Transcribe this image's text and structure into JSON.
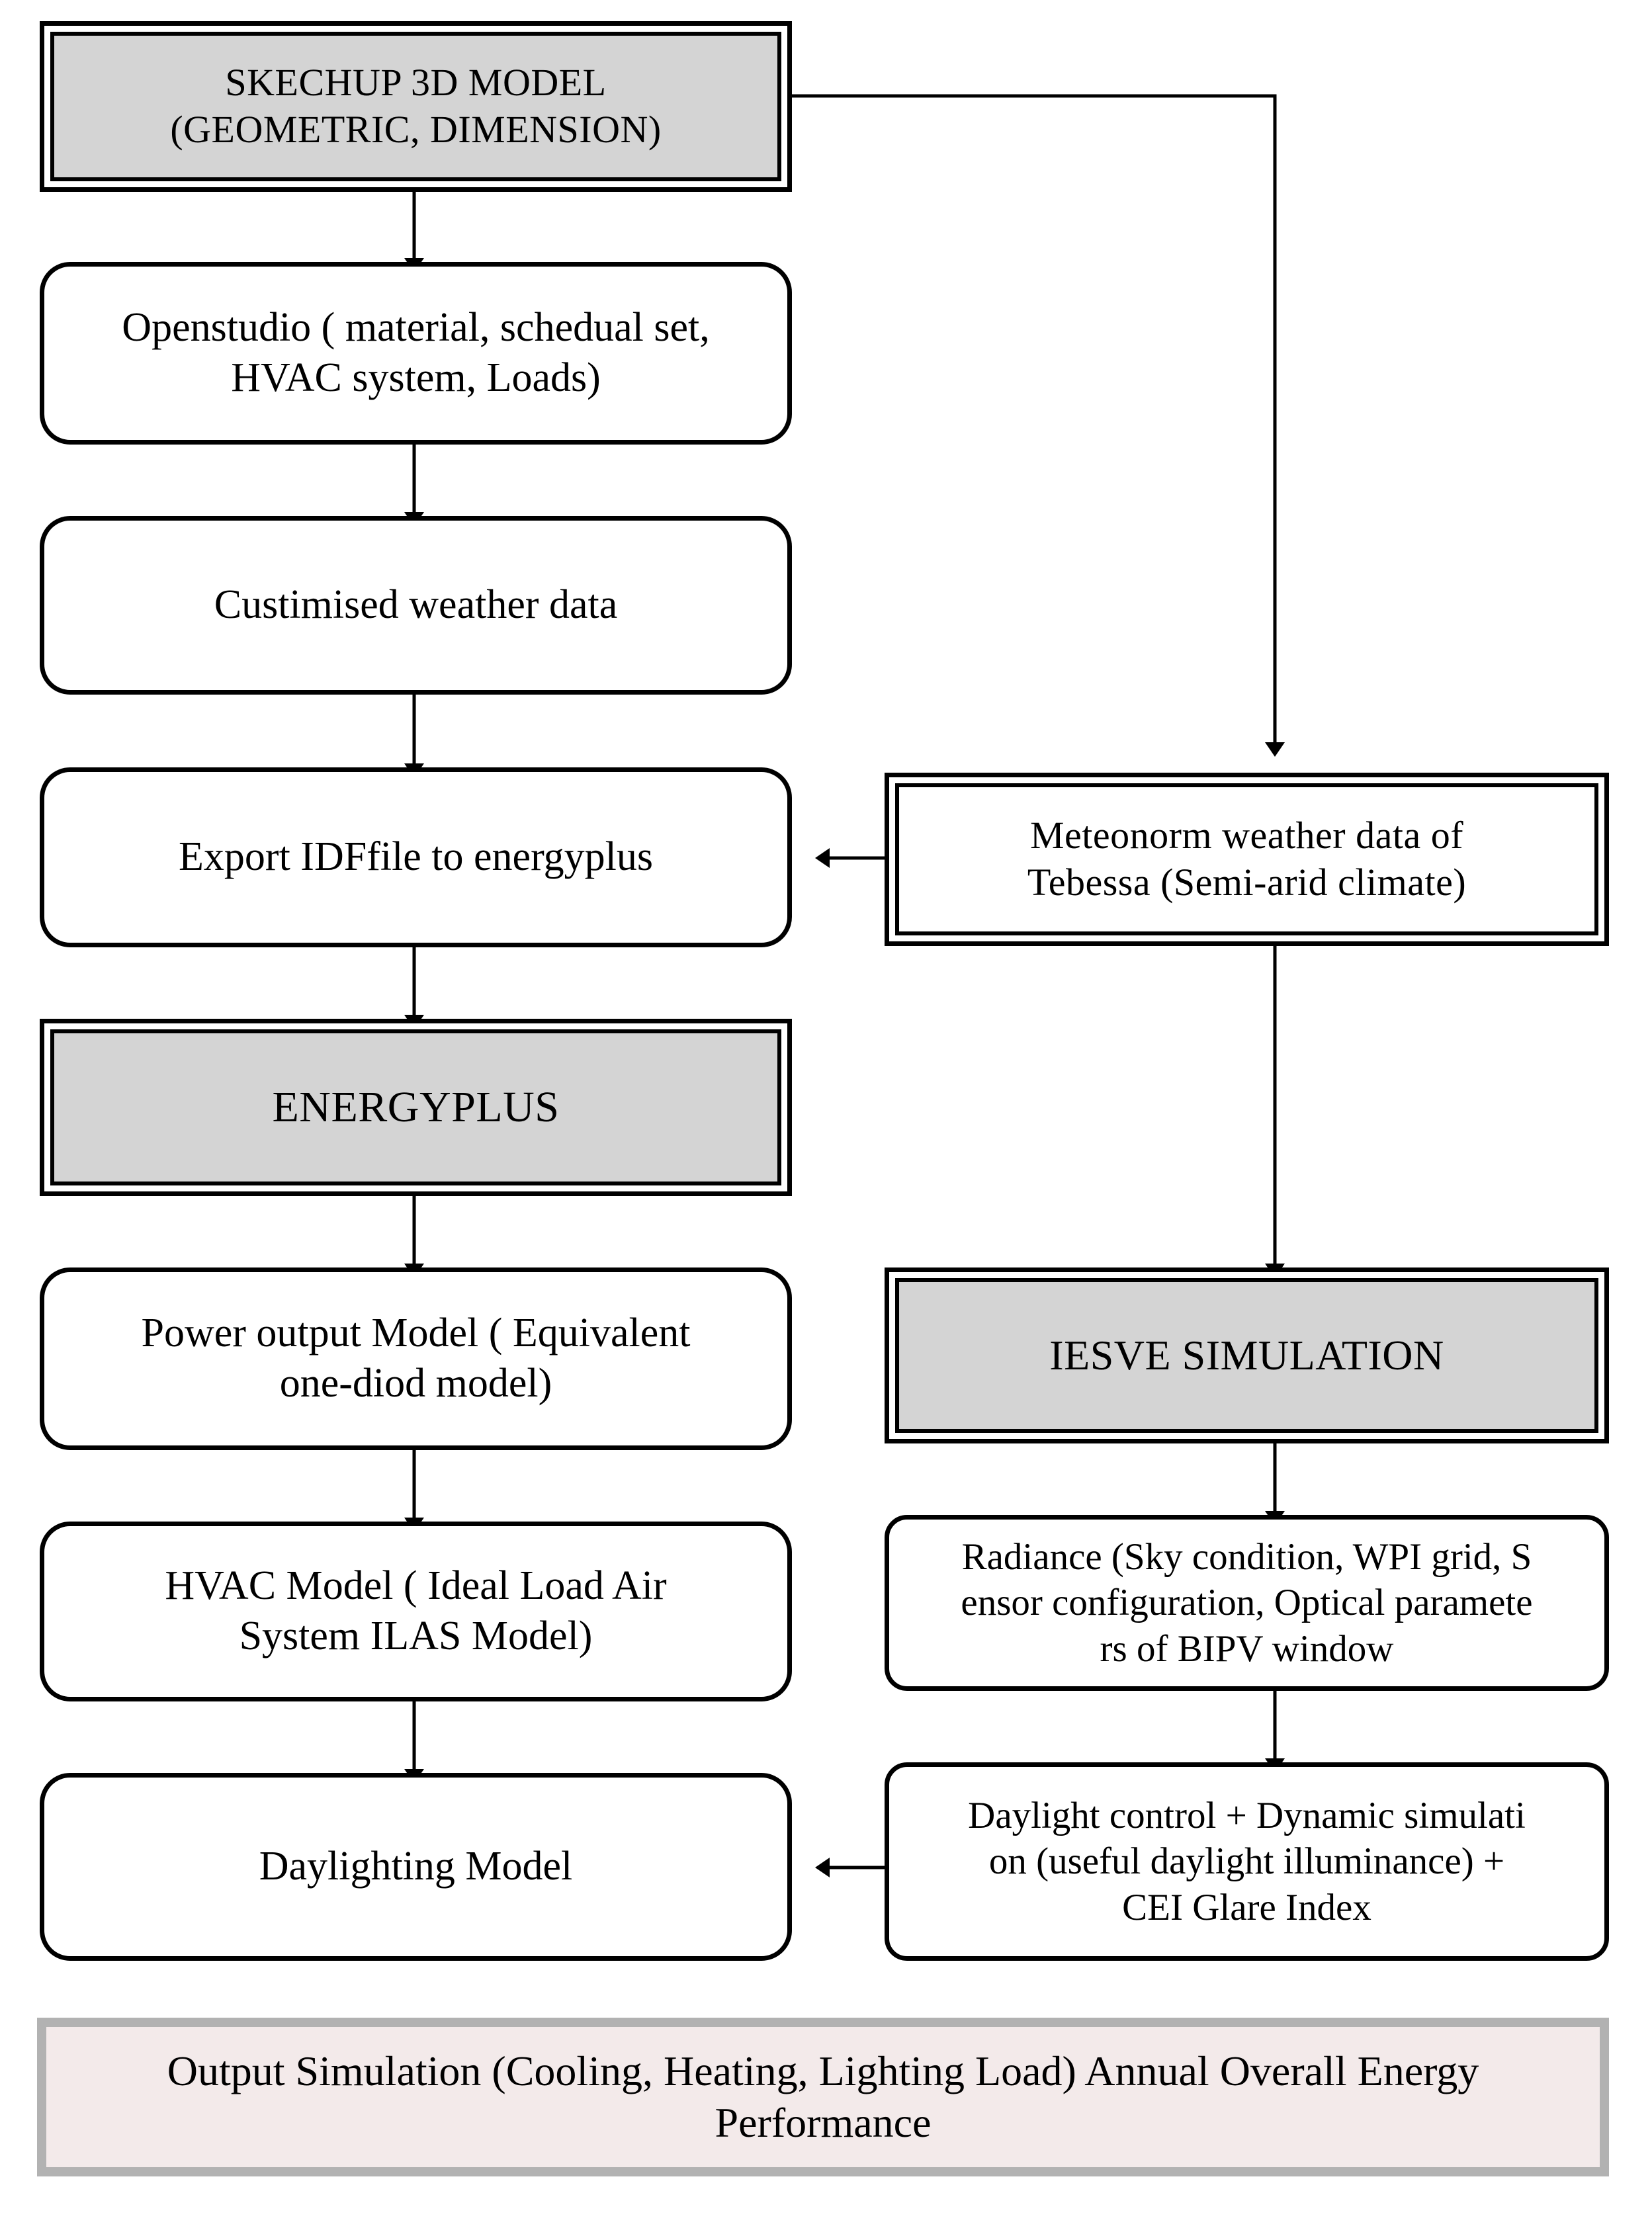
{
  "diagram": {
    "title": "Building energy and daylighting simulation workflow",
    "colors": {
      "fill_gray": "#d4d4d4",
      "fill_white": "#ffffff",
      "banner_fill": "#f3eaea",
      "banner_border": "#b2b2b2",
      "stroke": "#000000"
    },
    "nodes": [
      {
        "id": "sketchup",
        "label": "SKECHUP 3D MODEL\n(GEOMETRIC, DIMENSION)",
        "shape": "double-rectangle",
        "fill": "gray",
        "column": "left"
      },
      {
        "id": "openstudio",
        "label": "Openstudio ( material, schedual set,\nHVAC system, Loads)",
        "shape": "rounded-rectangle",
        "fill": "white",
        "column": "left"
      },
      {
        "id": "weather-data",
        "label": "Custimised weather data",
        "shape": "rounded-rectangle",
        "fill": "white",
        "column": "left"
      },
      {
        "id": "export-idf",
        "label": "Export IDFfile to energyplus",
        "shape": "rounded-rectangle",
        "fill": "white",
        "column": "left"
      },
      {
        "id": "energyplus",
        "label": "ENERGYPLUS",
        "shape": "double-rectangle",
        "fill": "gray",
        "column": "left"
      },
      {
        "id": "power-output",
        "label": "Power output Model ( Equivalent\none-diod model)",
        "shape": "rounded-rectangle",
        "fill": "white",
        "column": "left"
      },
      {
        "id": "hvac-model",
        "label": "HVAC Model ( Ideal Load Air\nSystem ILAS Model)",
        "shape": "rounded-rectangle",
        "fill": "white",
        "column": "left"
      },
      {
        "id": "daylighting-model",
        "label": "Daylighting Model",
        "shape": "rounded-rectangle",
        "fill": "white",
        "column": "left"
      },
      {
        "id": "meteonorm",
        "label": "Meteonorm weather data of\nTebessa (Semi-arid climate)",
        "shape": "double-rectangle",
        "fill": "white",
        "column": "right"
      },
      {
        "id": "iesve",
        "label": "IESVE SIMULATION",
        "shape": "double-rectangle",
        "fill": "gray",
        "column": "right"
      },
      {
        "id": "radiance",
        "label": "Radiance (Sky condition, WPI grid, S\nensor configuration, Optical paramete\nrs of BIPV window",
        "shape": "rounded-rectangle",
        "fill": "white",
        "column": "right"
      },
      {
        "id": "daylight-control",
        "label": "Daylight control + Dynamic simulati\non (useful daylight illuminance) +\nCEI Glare Index",
        "shape": "rounded-rectangle",
        "fill": "white",
        "column": "right"
      },
      {
        "id": "output-simulation",
        "label": "Output Simulation (Cooling, Heating, Lighting Load) Annual Overall Energy\nPerformance",
        "shape": "banner",
        "fill": "pink",
        "column": "full"
      }
    ],
    "edges": [
      {
        "from": "sketchup",
        "to": "openstudio",
        "type": "vertical-arrow"
      },
      {
        "from": "openstudio",
        "to": "weather-data",
        "type": "vertical-arrow"
      },
      {
        "from": "weather-data",
        "to": "export-idf",
        "type": "vertical-arrow"
      },
      {
        "from": "export-idf",
        "to": "energyplus",
        "type": "vertical-arrow"
      },
      {
        "from": "energyplus",
        "to": "power-output",
        "type": "vertical-arrow"
      },
      {
        "from": "power-output",
        "to": "hvac-model",
        "type": "vertical-arrow"
      },
      {
        "from": "hvac-model",
        "to": "daylighting-model",
        "type": "vertical-arrow"
      },
      {
        "from": "sketchup",
        "to": "meteonorm",
        "type": "elbow-arrow"
      },
      {
        "from": "meteonorm",
        "to": "export-idf",
        "type": "horizontal-arrow-left"
      },
      {
        "from": "meteonorm",
        "to": "iesve",
        "type": "vertical-arrow"
      },
      {
        "from": "iesve",
        "to": "radiance",
        "type": "vertical-arrow"
      },
      {
        "from": "radiance",
        "to": "daylight-control",
        "type": "vertical-arrow"
      },
      {
        "from": "daylight-control",
        "to": "daylighting-model",
        "type": "horizontal-arrow-left"
      }
    ]
  }
}
